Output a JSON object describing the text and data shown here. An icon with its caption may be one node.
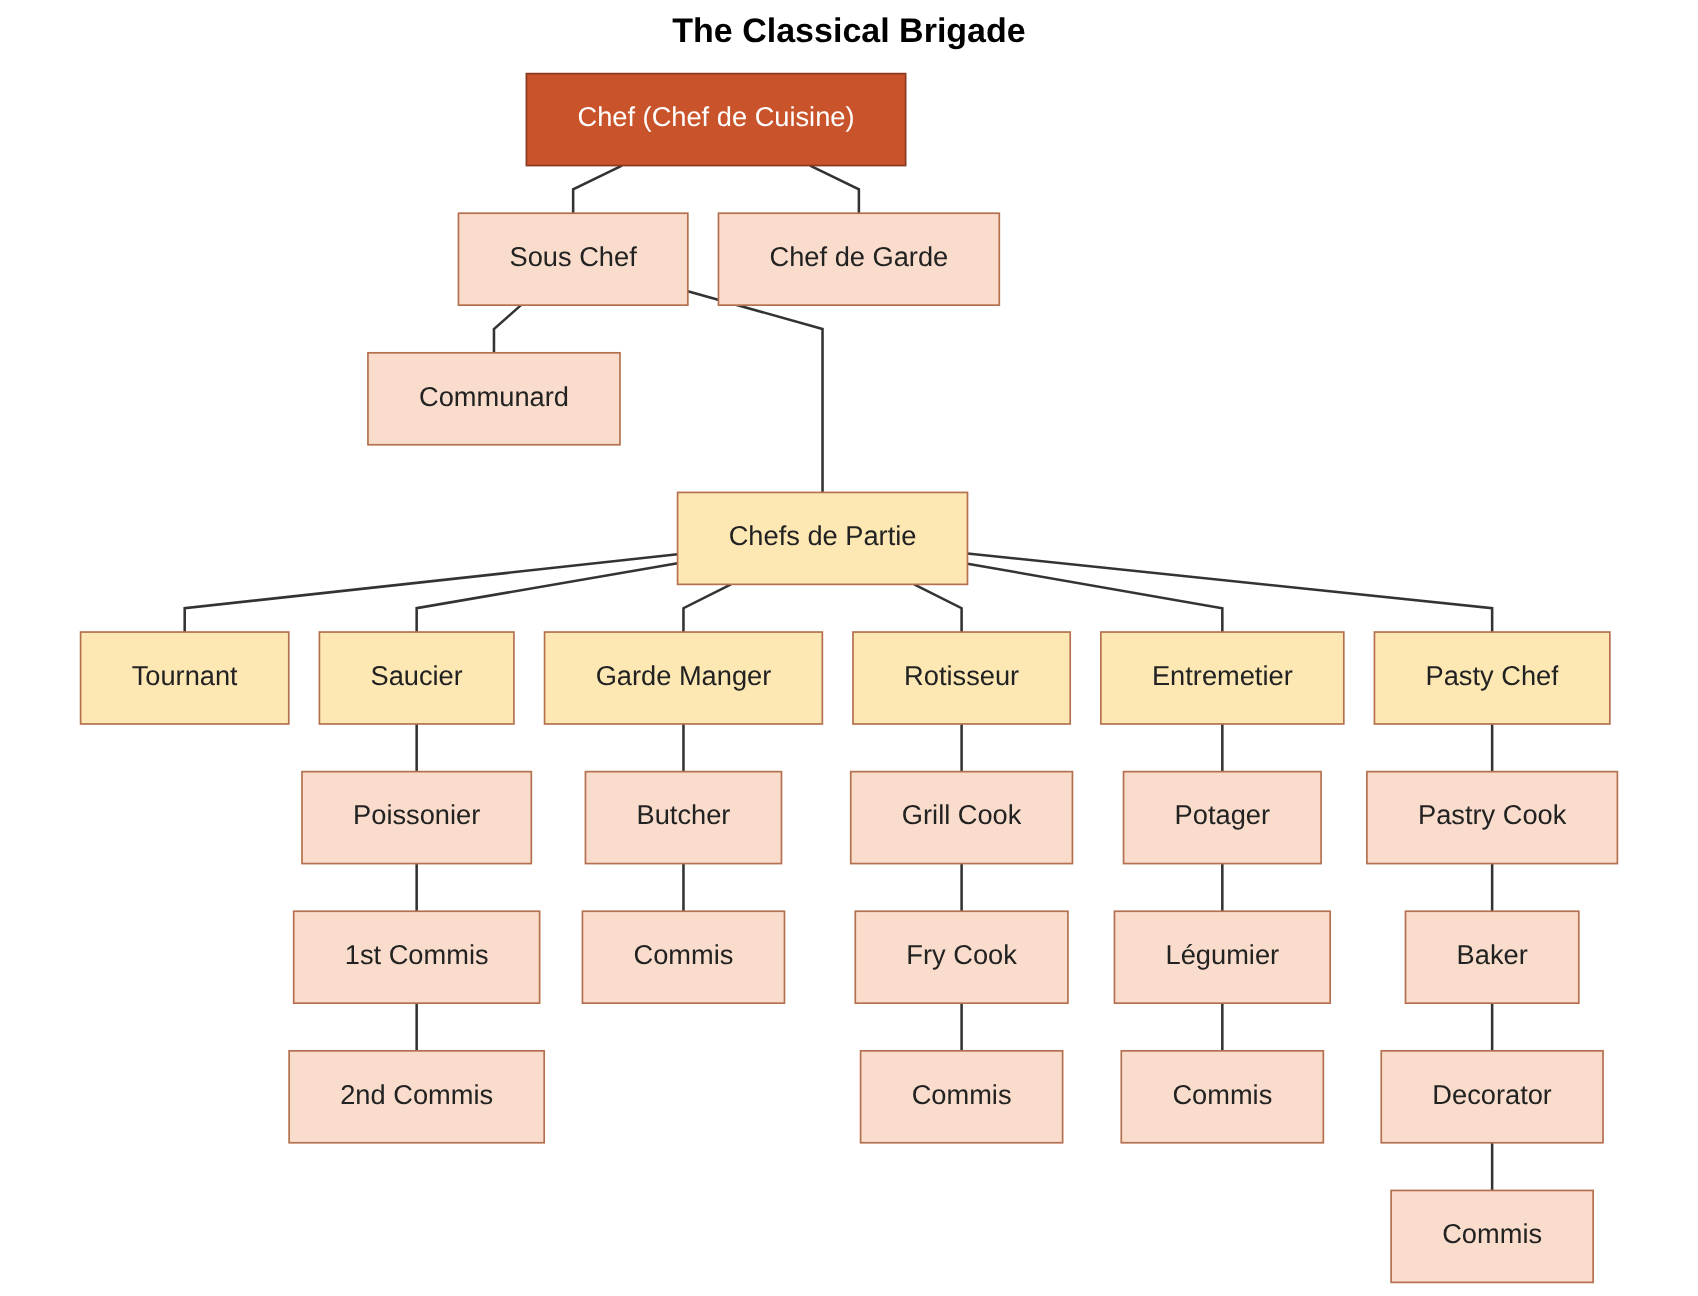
{
  "diagram": {
    "title": "The Classical Brigade",
    "nodes": [
      {
        "text": [
          "Chef (Chef de Cuisine)"
        ]
      },
      {
        "text": [
          "Chef de Garde"
        ]
      },
      {
        "text": [
          "Sous Chef"
        ]
      },
      {
        "text": [
          "Communard"
        ]
      },
      {
        "text": [
          "Chefs de Partie"
        ]
      },
      {
        "text": [
          "Tournant"
        ]
      },
      {
        "text": [
          "Saucier"
        ]
      },
      {
        "text": [
          "Garde Manger"
        ]
      },
      {
        "text": [
          "Rotisseur"
        ]
      },
      {
        "text": [
          "Entremetier"
        ]
      },
      {
        "text": [
          "Pasty Chef"
        ]
      },
      {
        "text": [
          "Poissonier"
        ]
      },
      {
        "text": [
          "Butcher"
        ]
      },
      {
        "text": [
          "Grill Cook"
        ]
      },
      {
        "text": [
          "Potager"
        ]
      },
      {
        "text": [
          "Pastry Cook"
        ]
      },
      {
        "text": [
          "1st Commis"
        ]
      },
      {
        "text": [
          "Commis"
        ]
      },
      {
        "text": [
          "Fry Cook"
        ]
      },
      {
        "text": [
          "Légumier"
        ]
      },
      {
        "text": [
          "Baker"
        ]
      },
      {
        "text": [
          "2nd Commis"
        ]
      },
      {
        "text": [
          "Commis"
        ]
      },
      {
        "text": [
          "Commis"
        ]
      },
      {
        "text": [
          "Decorator"
        ]
      },
      {
        "text": [
          "Commis"
        ]
      }
    ],
    "edges": [
      {
        "from": 0,
        "to": 1,
        "arrow": "none"
      },
      {
        "from": 0,
        "to": 2,
        "arrow": "none"
      },
      {
        "from": 2,
        "to": 3,
        "arrow": "none"
      },
      {
        "from": 2,
        "to": 4,
        "arrow": "none"
      },
      {
        "from": 4,
        "to": 5,
        "arrow": "none"
      },
      {
        "from": 4,
        "to": 6,
        "arrow": "none"
      },
      {
        "from": 4,
        "to": 7,
        "arrow": "none"
      },
      {
        "from": 4,
        "to": 8,
        "arrow": "none"
      },
      {
        "from": 4,
        "to": 9,
        "arrow": "none"
      },
      {
        "from": 4,
        "to": 10,
        "arrow": "none"
      },
      {
        "from": 6,
        "to": 11,
        "arrow": "none"
      },
      {
        "from": 11,
        "to": 16,
        "arrow": "none"
      },
      {
        "from": 16,
        "to": 21,
        "arrow": "none"
      },
      {
        "from": 7,
        "to": 12,
        "arrow": "none"
      },
      {
        "from": 12,
        "to": 17,
        "arrow": "none"
      },
      {
        "from": 8,
        "to": 13,
        "arrow": "none"
      },
      {
        "from": 13,
        "to": 18,
        "arrow": "none"
      },
      {
        "from": 18,
        "to": 22,
        "arrow": "none"
      },
      {
        "from": 9,
        "to": 14,
        "arrow": "none"
      },
      {
        "from": 14,
        "to": 19,
        "arrow": "none"
      },
      {
        "from": 19,
        "to": 23,
        "arrow": "none"
      },
      {
        "from": 10,
        "to": 15,
        "arrow": "none"
      },
      {
        "from": 15,
        "to": 20,
        "arrow": "none"
      },
      {
        "from": 20,
        "to": 24,
        "arrow": "none"
      },
      {
        "from": 24,
        "to": 25,
        "arrow": "none"
      }
    ]
  }
}
